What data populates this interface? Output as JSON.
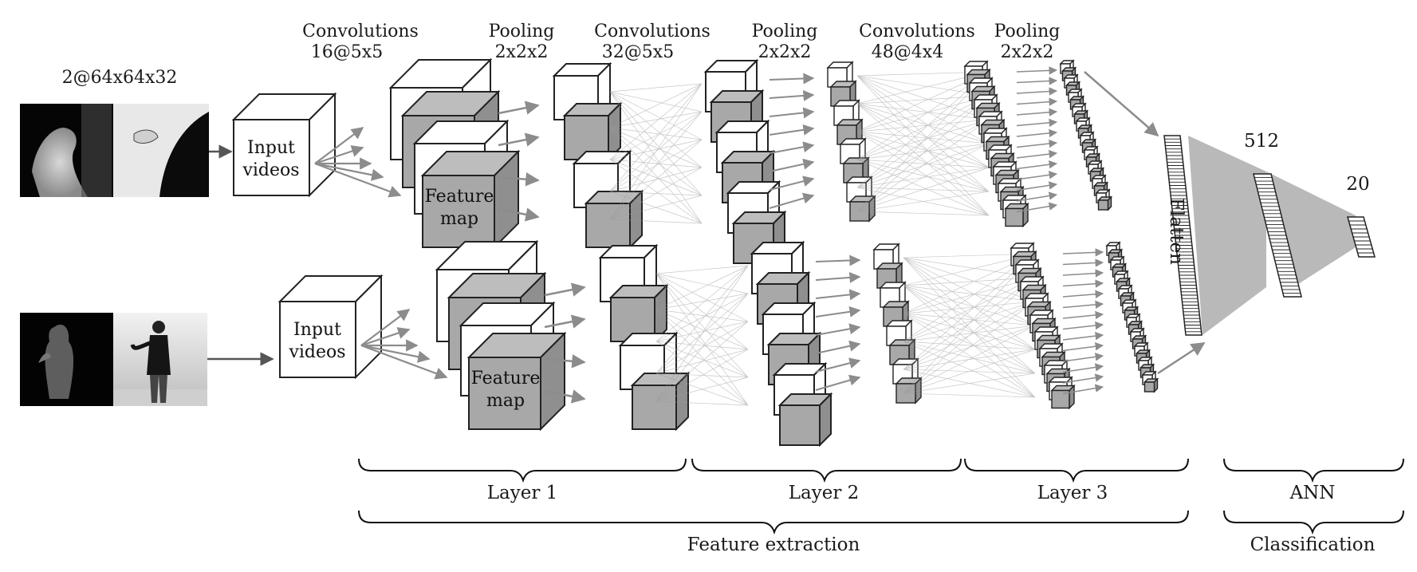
{
  "input": {
    "shape_label": "2@64x64x32",
    "top_label": [
      "Input",
      "videos"
    ],
    "bottom_label": [
      "Input",
      "videos"
    ]
  },
  "stages": [
    {
      "title": "Convolutions",
      "sub": "16@5x5"
    },
    {
      "title": "Pooling",
      "sub": "2x2x2"
    },
    {
      "title": "Convolutions",
      "sub": "32@5x5"
    },
    {
      "title": "Pooling",
      "sub": "2x2x2"
    },
    {
      "title": "Convolutions",
      "sub": "48@4x4"
    },
    {
      "title": "Pooling",
      "sub": "2x2x2"
    }
  ],
  "feature_map_label": [
    "Feature",
    "map"
  ],
  "flatten_label": "Flatten",
  "ann": {
    "hidden_units": "512",
    "output_units": "20"
  },
  "groups": {
    "layer1": "Layer 1",
    "layer2": "Layer 2",
    "layer3": "Layer 3",
    "ann": "ANN",
    "feature_extraction": "Feature extraction",
    "classification": "Classification"
  },
  "colors": {
    "gray_face": "#a8a8a8",
    "arrow": "#8c8c8c",
    "stroke": "#222222"
  }
}
